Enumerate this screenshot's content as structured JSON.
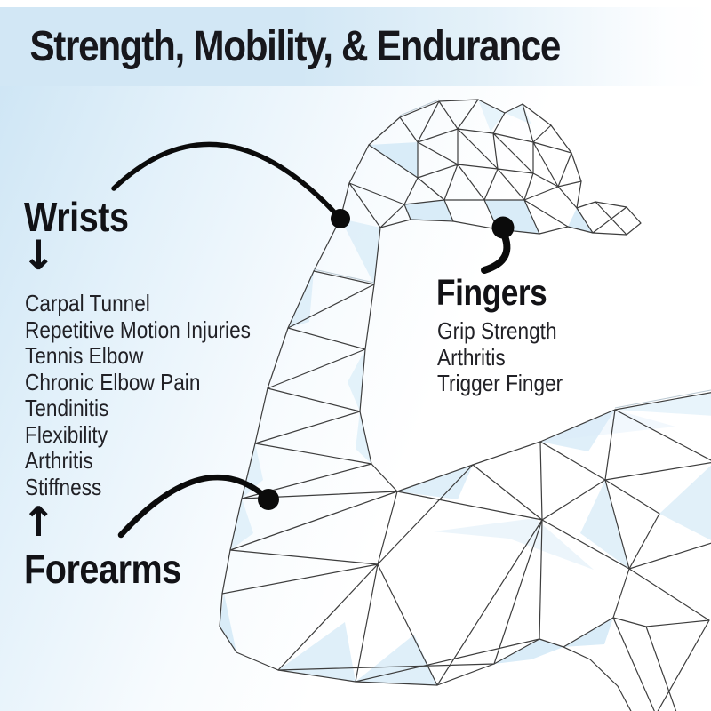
{
  "title": "Strength, Mobility, & Endurance",
  "sections": {
    "wrists": {
      "label": "Wrists",
      "items": [
        "Carpal Tunnel",
        "Repetitive Motion Injuries",
        "Tennis Elbow",
        "Chronic Elbow Pain",
        "Tendinitis",
        "Flexibility",
        "Arthritis",
        "Stiffness"
      ]
    },
    "fingers": {
      "label": "Fingers",
      "items": [
        "Grip Strength",
        "Arthritis",
        "Trigger Finger"
      ]
    },
    "forearms": {
      "label": "Forearms"
    }
  },
  "icons": {
    "down_arrow": "↓",
    "up_arrow": "↑"
  },
  "figure": {
    "type": "low-poly-wireframe",
    "subject": "flexed arm with clenched fist",
    "callouts": [
      "wrist-dot",
      "fingers-dot",
      "forearm-dot"
    ]
  },
  "colors": {
    "banner_blue": "#d2e7f5",
    "facet_blue": "#d9ecf8",
    "wire_gray": "#3d3d3d",
    "ink": "#17171c",
    "callout_black": "#0b0b0b"
  }
}
